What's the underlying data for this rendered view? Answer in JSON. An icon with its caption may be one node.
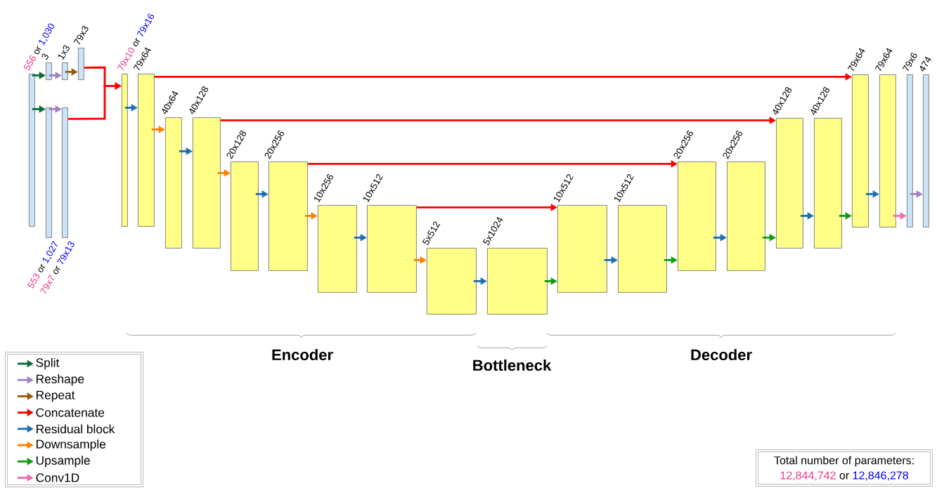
{
  "diagram": {
    "nodes": [
      {
        "text": [
          "556",
          "or",
          "1,030"
        ]
      },
      {
        "text": [
          "3"
        ]
      },
      {
        "text": [
          "553",
          "or",
          "1,027"
        ]
      },
      {
        "text": [
          "1x3"
        ]
      },
      {
        "text": [
          "79x7",
          "or",
          "79x13"
        ]
      },
      {
        "text": [
          "79x3"
        ]
      },
      {
        "text": [
          "79x10",
          "or",
          "79x16"
        ]
      },
      {
        "text": [
          "79x64"
        ]
      },
      {
        "text": [
          "40x64"
        ]
      },
      {
        "text": [
          "40x128"
        ]
      },
      {
        "text": [
          "20x128"
        ]
      },
      {
        "text": [
          "20x256"
        ]
      },
      {
        "text": [
          "10x256"
        ]
      },
      {
        "text": [
          "10x512"
        ]
      },
      {
        "text": [
          "5x512"
        ]
      },
      {
        "text": [
          "5x1024"
        ]
      },
      {
        "text": [
          "10x512"
        ]
      },
      {
        "text": [
          "10x512"
        ]
      },
      {
        "text": [
          "20x256"
        ]
      },
      {
        "text": [
          "20x256"
        ]
      },
      {
        "text": [
          "40x128"
        ]
      },
      {
        "text": [
          "40x128"
        ]
      },
      {
        "text": [
          "79x64"
        ]
      },
      {
        "text": [
          "79x64"
        ]
      },
      {
        "text": [
          "79x6"
        ]
      },
      {
        "text": [
          "474"
        ]
      }
    ],
    "edges": [
      {
        "from": 0,
        "to": 1,
        "arrow": "to",
        "color": "#0b6b3a"
      },
      {
        "from": 0,
        "to": 2,
        "arrow": "to",
        "color": "#0b6b3a"
      },
      {
        "from": 1,
        "to": 3,
        "arrow": "to",
        "color": "#a57fc4"
      },
      {
        "from": 2,
        "to": 4,
        "arrow": "to",
        "color": "#a57fc4"
      },
      {
        "from": 3,
        "to": 5,
        "arrow": "to",
        "color": "#9c5a0a"
      },
      {
        "from": 5,
        "to": 6,
        "arrow": "to",
        "color": "#ff0000"
      },
      {
        "from": 4,
        "to": 6,
        "arrow": "to",
        "color": "#ff0000"
      },
      {
        "from": 6,
        "to": 7,
        "arrow": "to"
      },
      {
        "from": 7,
        "to": 8,
        "arrow": "to",
        "color": "#ff8000"
      },
      {
        "from": 8,
        "to": 9,
        "arrow": "to"
      },
      {
        "from": 9,
        "to": 10,
        "arrow": "to",
        "color": "#ff8000"
      },
      {
        "from": 10,
        "to": 11,
        "arrow": "to"
      },
      {
        "from": 11,
        "to": 12,
        "arrow": "to",
        "color": "#ff8000"
      },
      {
        "from": 12,
        "to": 13,
        "arrow": "to"
      },
      {
        "from": 13,
        "to": 14,
        "arrow": "to",
        "color": "#ff8000"
      },
      {
        "from": 14,
        "to": 15,
        "arrow": "to"
      },
      {
        "from": 15,
        "to": 16,
        "arrow": "to",
        "color": "#119c11"
      },
      {
        "from": 16,
        "to": 17,
        "arrow": "to"
      },
      {
        "from": 17,
        "to": 18,
        "arrow": "to",
        "color": "#119c11"
      },
      {
        "from": 18,
        "to": 19,
        "arrow": "to"
      },
      {
        "from": 19,
        "to": 20,
        "arrow": "to",
        "color": "#119c11"
      },
      {
        "from": 20,
        "to": 21,
        "arrow": "to"
      },
      {
        "from": 21,
        "to": 22,
        "arrow": "to",
        "color": "#119c11"
      },
      {
        "from": 22,
        "to": 23,
        "arrow": "to"
      },
      {
        "from": 23,
        "to": 24,
        "arrow": "to",
        "color": "#f26db5"
      },
      {
        "from": 24,
        "to": 25,
        "arrow": "to",
        "color": "#a57fc4"
      },
      {
        "from": 7,
        "to": 22,
        "arrow": "to",
        "color": "#ff0000"
      },
      {
        "from": 9,
        "to": 20,
        "arrow": "to",
        "color": "#ff0000"
      },
      {
        "from": 11,
        "to": 18,
        "arrow": "to",
        "color": "#ff0000"
      },
      {
        "from": 13,
        "to": 16,
        "arrow": "to",
        "color": "#ff0000"
      }
    ],
    "labels": [
      "Encoder",
      "Bottleneck",
      "Decoder",
      "Total number of parameters:",
      "12,844,742",
      "or",
      "12,846,278"
    ],
    "legend": [
      {
        "text": "Split",
        "color": "#0b6b3a"
      },
      {
        "text": "Reshape",
        "color": "#a57fc4"
      },
      {
        "text": "Repeat",
        "color": "#9c5a0a"
      },
      {
        "text": "Concatenate",
        "color": "#ff0000"
      },
      {
        "text": "Residual block",
        "color": "#1f6fb0"
      },
      {
        "text": "Downsample",
        "color": "#ff8000"
      },
      {
        "text": "Upsample",
        "color": "#119c11"
      },
      {
        "text": "Conv1D",
        "color": "#f26db5"
      }
    ]
  }
}
